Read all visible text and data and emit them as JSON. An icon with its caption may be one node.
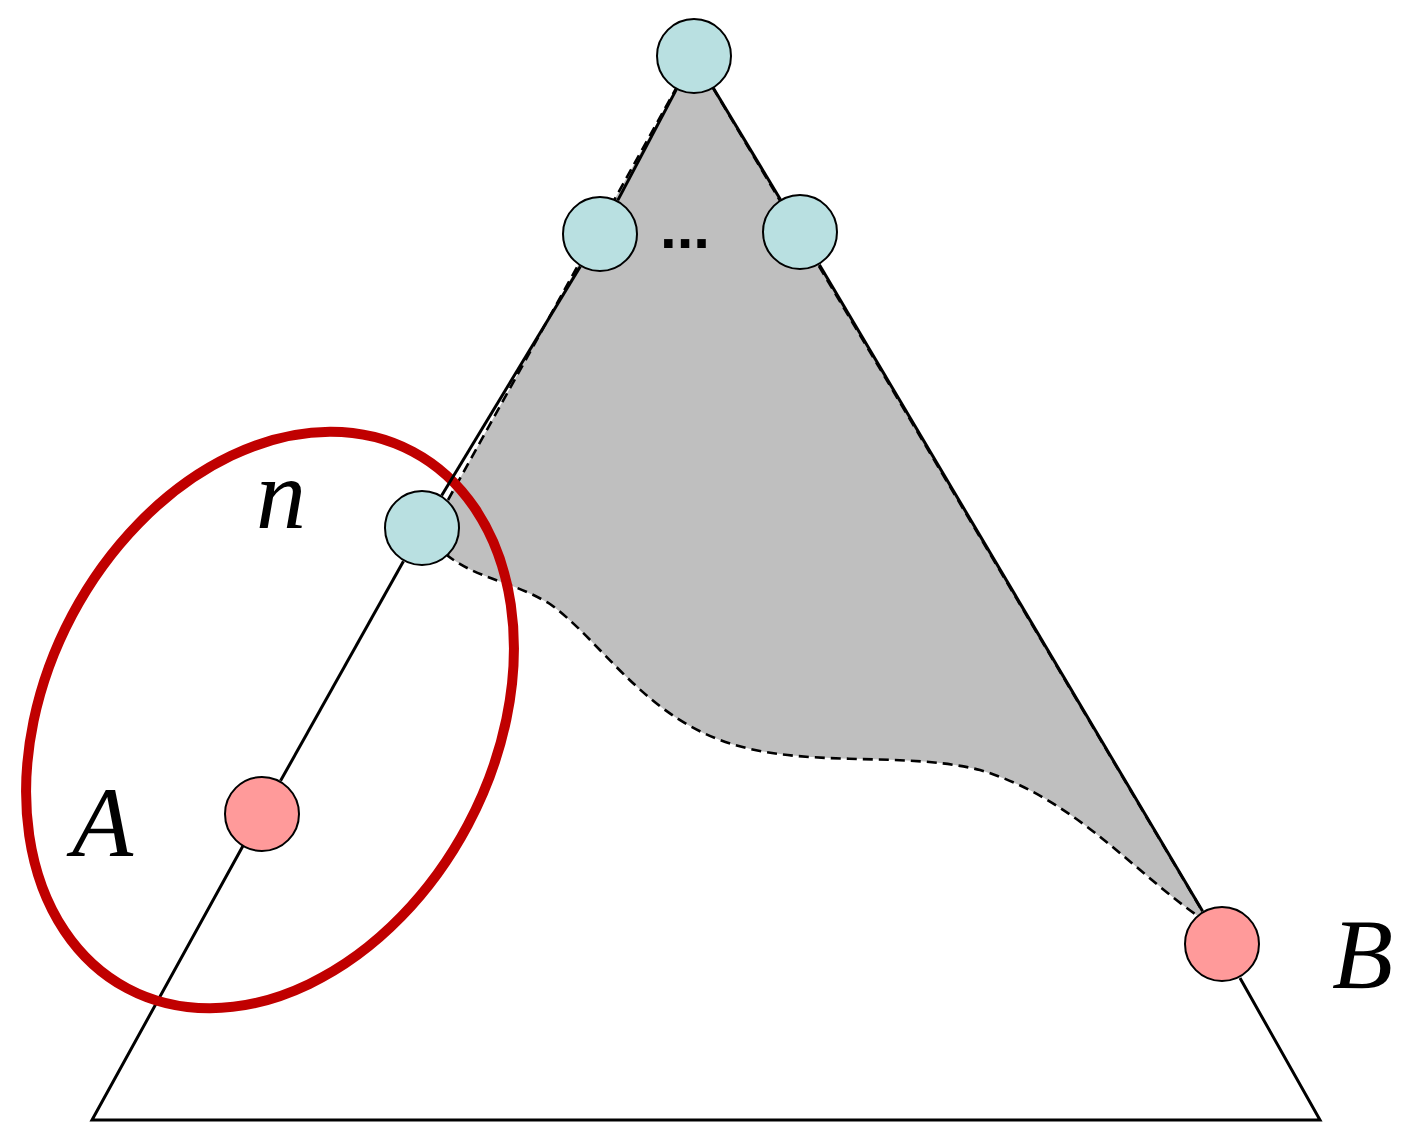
{
  "diagram": {
    "nodes": [
      {
        "text": [],
        "shape": "circle"
      },
      {
        "text": [],
        "shape": "circle"
      },
      {
        "text": [],
        "shape": "circle"
      },
      {
        "text": [],
        "shape": "circle",
        "beside": [
          "n"
        ]
      },
      {
        "text": [],
        "shape": "circle",
        "beside": [
          "A"
        ]
      },
      {
        "text": [],
        "shape": "circle",
        "beside": [
          "B"
        ]
      }
    ],
    "edges": [
      {
        "from": 4,
        "to": 3,
        "arrow": "none"
      },
      {
        "from": 3,
        "to": 1,
        "arrow": "none"
      },
      {
        "from": 1,
        "to": 0,
        "arrow": "none"
      },
      {
        "from": 0,
        "to": 2,
        "arrow": "none"
      },
      {
        "from": 2,
        "to": 5,
        "arrow": "none"
      }
    ],
    "labels": [
      "..."
    ]
  }
}
